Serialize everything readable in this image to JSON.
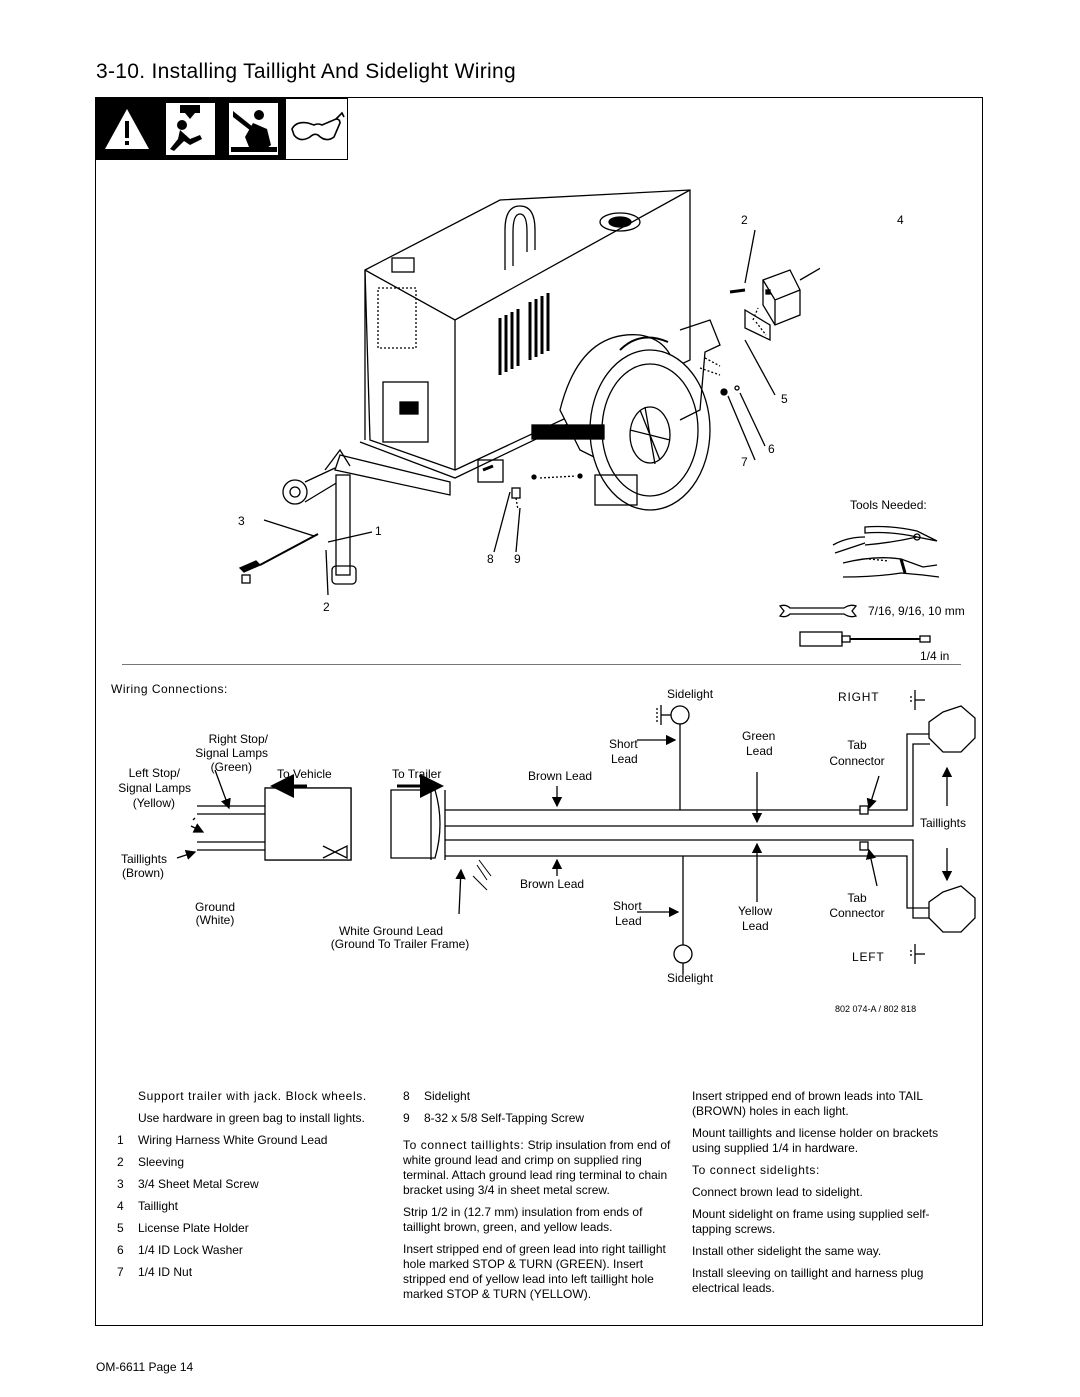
{
  "header": {
    "title": "3-10. Installing Taillight And Sidelight Wiring"
  },
  "safety_icons": [
    "warning-triangle-icon",
    "lifting-hazard-icon",
    "falling-equipment-icon",
    "safety-glasses-icon"
  ],
  "figure": {
    "callouts": {
      "c2a": "2",
      "c4": "4",
      "c5": "5",
      "c6": "6",
      "c7": "7",
      "c3": "3",
      "c1": "1",
      "c8": "8",
      "c9": "9",
      "c2b": "2"
    },
    "tools_needed": "Tools Needed:",
    "wrench_size": "7/16, 9/16, 10 mm",
    "screwdriver_size": "1/4 in"
  },
  "wiring": {
    "heading": "Wiring Connections:",
    "right_stop_1": "Right Stop/",
    "right_stop_2": "Signal Lamps",
    "right_stop_3": "(Green)",
    "left_stop_1": "Left Stop/",
    "left_stop_2": "Signal Lamps",
    "left_stop_3": "(Yellow)",
    "taillights_brown_1": "Taillights",
    "taillights_brown_2": "(Brown)",
    "ground_1": "Ground",
    "ground_2": "(White)",
    "to_vehicle": "To Vehicle",
    "to_trailer": "To Trailer",
    "white_ground_1": "White Ground Lead",
    "white_ground_2": "(Ground To Trailer Frame)",
    "brown_lead_top": "Brown Lead",
    "brown_lead_bottom": "Brown Lead",
    "sidelight_top": "Sidelight",
    "sidelight_bottom": "Sidelight",
    "short_top_1": "Short",
    "short_top_2": "Lead",
    "short_bottom_1": "Short",
    "short_bottom_2": "Lead",
    "green_lead_1": "Green",
    "green_lead_2": "Lead",
    "yellow_lead_1": "Yellow",
    "yellow_lead_2": "Lead",
    "tab_top_1": "Tab",
    "tab_top_2": "Connector",
    "tab_bottom_1": "Tab",
    "tab_bottom_2": "Connector",
    "right": "RIGHT",
    "left": "LEFT",
    "taillights": "Taillights",
    "drawing_number": "802 074-A / 802 818"
  },
  "instructions": {
    "col1": {
      "intro1": "Support trailer with jack. Block wheels.",
      "intro2": "Use hardware in green bag to install lights.",
      "items": [
        {
          "num": "1",
          "text": "Wiring Harness White Ground Lead"
        },
        {
          "num": "2",
          "text": "Sleeving"
        },
        {
          "num": "3",
          "text": "3/4 Sheet Metal Screw"
        },
        {
          "num": "4",
          "text": "Taillight"
        },
        {
          "num": "5",
          "text": "License Plate Holder"
        },
        {
          "num": "6",
          "text": "1/4 ID Lock Washer"
        },
        {
          "num": "7",
          "text": "1/4 ID Nut"
        }
      ]
    },
    "col2": {
      "items": [
        {
          "num": "8",
          "text": "Sidelight"
        },
        {
          "num": "9",
          "text": "8-32 x 5/8 Self-Tapping Screw"
        }
      ],
      "taillight_head": "To connect taillights:",
      "p1": " Strip insulation from end of white ground lead and crimp on supplied ring terminal. Attach ground lead ring terminal to chain bracket using 3/4 in sheet metal screw.",
      "p2": "Strip 1/2 in (12.7 mm) insulation from ends of taillight brown, green, and yellow leads.",
      "p3": "Insert stripped end of green lead into right taillight hole marked STOP & TURN (GREEN). Insert stripped end of yellow lead into left taillight hole marked STOP & TURN (YELLOW)."
    },
    "col3": {
      "p1": "Insert stripped end of brown leads into TAIL (BROWN) holes in each light.",
      "p2": "Mount taillights and license holder on brackets using supplied 1/4 in hardware.",
      "sidelight_head": "To connect sidelights:",
      "p3": "Connect brown lead to sidelight.",
      "p4": "Mount sidelight on frame using supplied self-tapping screws.",
      "p5": "Install other sidelight the same way.",
      "p6": "Install sleeving on taillight and harness plug electrical leads."
    }
  },
  "footer": {
    "page": "OM-6611 Page 14"
  }
}
